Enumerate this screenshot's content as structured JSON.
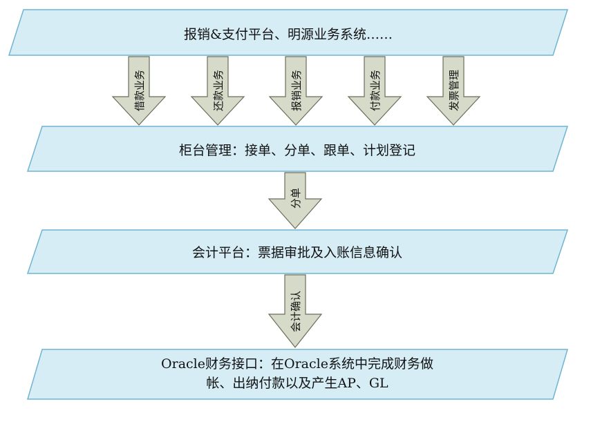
{
  "colors": {
    "band_fill": "#d6edf5",
    "band_stroke": "#6fb4d0",
    "arrow_fill": "#d6dac9",
    "arrow_stroke": "#6b6b58"
  },
  "bands": [
    {
      "lines": [
        "报销&支付平台、明源业务系统……"
      ]
    },
    {
      "lines": [
        "柜台管理：接单、分单、跟单、计划登记"
      ]
    },
    {
      "lines": [
        "会计平台：票据审批及入账信息确认"
      ]
    },
    {
      "lines": [
        "Oracle财务接口：在Oracle系统中完成财务做",
        "帐、出纳付款以及产生AP、GL"
      ]
    }
  ],
  "arrows": [
    {
      "label": "借款业务"
    },
    {
      "label": "还款业务"
    },
    {
      "label": "报销业务"
    },
    {
      "label": "付款业务"
    },
    {
      "label": "发票管理"
    },
    {
      "label": "分单"
    },
    {
      "label": "会计确认"
    }
  ]
}
